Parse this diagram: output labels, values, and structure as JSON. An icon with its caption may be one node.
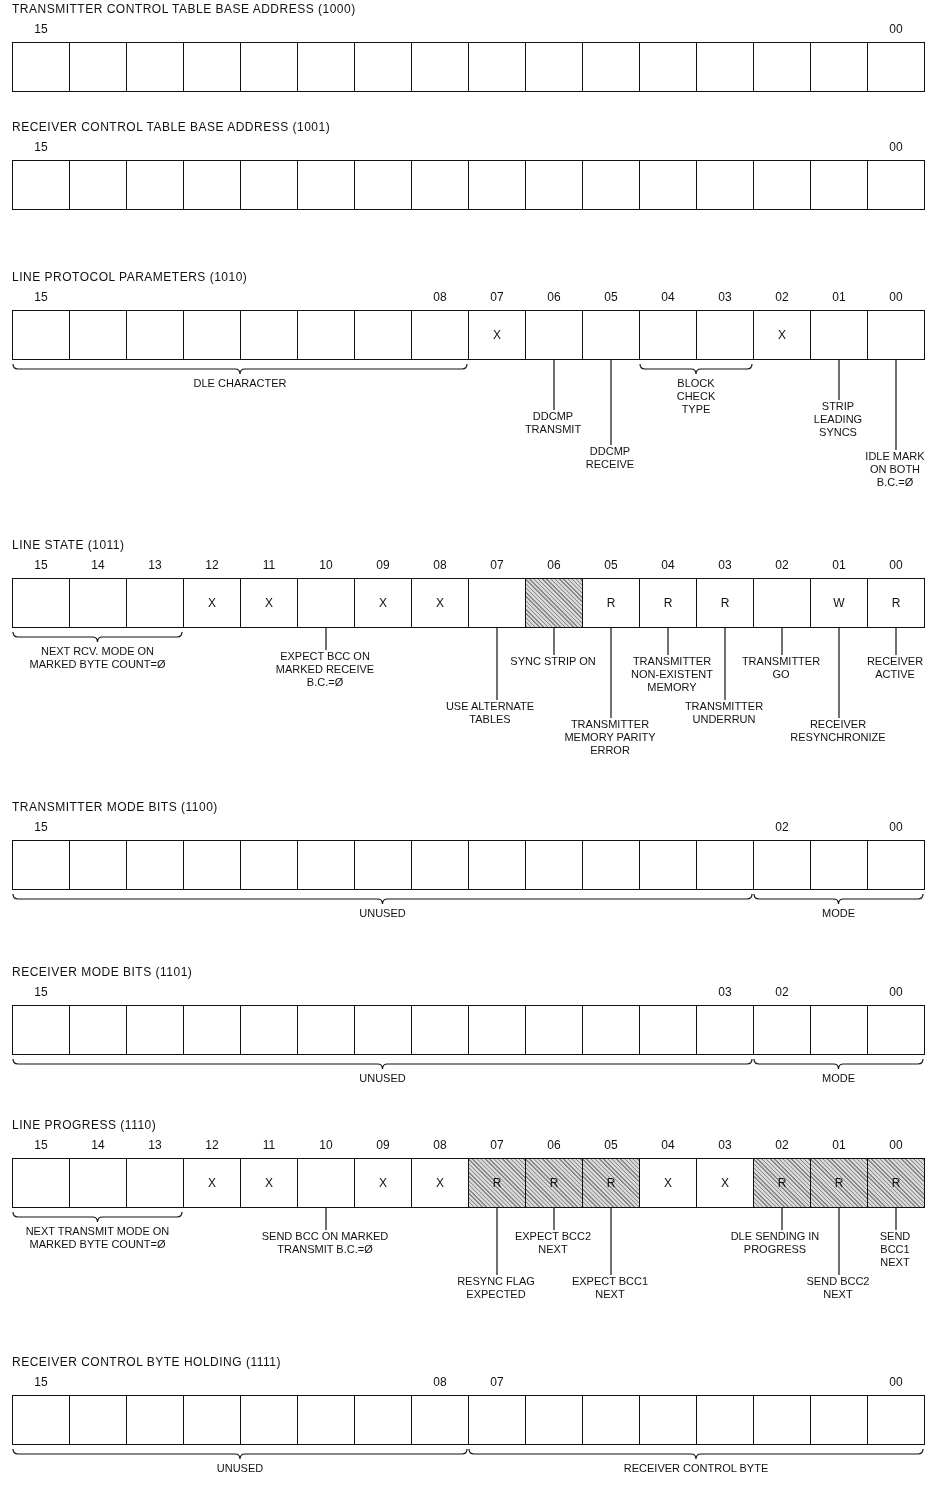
{
  "diagram": {
    "nodes": [
      {
        "text": [
          "TRANSMITTER CONTROL TABLE BASE ADDRESS (1000)"
        ]
      },
      {
        "text": [],
        "shape": "box",
        "in": 0,
        "beside": [
          "15"
        ]
      },
      {
        "text": [],
        "shape": "box",
        "in": 0
      },
      {
        "text": [],
        "shape": "box",
        "in": 0
      },
      {
        "text": [],
        "shape": "box",
        "in": 0
      },
      {
        "text": [],
        "shape": "box",
        "in": 0
      },
      {
        "text": [],
        "shape": "box",
        "in": 0
      },
      {
        "text": [],
        "shape": "box",
        "in": 0
      },
      {
        "text": [],
        "shape": "box",
        "in": 0
      },
      {
        "text": [],
        "shape": "box",
        "in": 0
      },
      {
        "text": [],
        "shape": "box",
        "in": 0
      },
      {
        "text": [],
        "shape": "box",
        "in": 0
      },
      {
        "text": [],
        "shape": "box",
        "in": 0
      },
      {
        "text": [],
        "shape": "box",
        "in": 0
      },
      {
        "text": [],
        "shape": "box",
        "in": 0
      },
      {
        "text": [],
        "shape": "box",
        "in": 0
      },
      {
        "text": [],
        "shape": "box",
        "in": 0,
        "beside": [
          "00"
        ]
      },
      {
        "text": [
          "RECEIVER CONTROL TABLE BASE ADDRESS (1001)"
        ]
      },
      {
        "text": [],
        "shape": "box",
        "in": 17,
        "beside": [
          "15"
        ]
      },
      {
        "text": [],
        "shape": "box",
        "in": 17
      },
      {
        "text": [],
        "shape": "box",
        "in": 17
      },
      {
        "text": [],
        "shape": "box",
        "in": 17
      },
      {
        "text": [],
        "shape": "box",
        "in": 17
      },
      {
        "text": [],
        "shape": "box",
        "in": 17
      },
      {
        "text": [],
        "shape": "box",
        "in": 17
      },
      {
        "text": [],
        "shape": "box",
        "in": 17
      },
      {
        "text": [],
        "shape": "box",
        "in": 17
      },
      {
        "text": [],
        "shape": "box",
        "in": 17
      },
      {
        "text": [],
        "shape": "box",
        "in": 17
      },
      {
        "text": [],
        "shape": "box",
        "in": 17
      },
      {
        "text": [],
        "shape": "box",
        "in": 17
      },
      {
        "text": [],
        "shape": "box",
        "in": 17
      },
      {
        "text": [],
        "shape": "box",
        "in": 17
      },
      {
        "text": [],
        "shape": "box",
        "in": 17,
        "beside": [
          "00"
        ]
      },
      {
        "text": [
          "LINE PROTOCOL PARAMETERS (1010)"
        ]
      },
      {
        "text": [],
        "shape": "box",
        "in": 34,
        "beside": [
          "15"
        ]
      },
      {
        "text": [],
        "shape": "box",
        "in": 34
      },
      {
        "text": [],
        "shape": "box",
        "in": 34
      },
      {
        "text": [],
        "shape": "box",
        "in": 34
      },
      {
        "text": [],
        "shape": "box",
        "in": 34
      },
      {
        "text": [],
        "shape": "box",
        "in": 34
      },
      {
        "text": [],
        "shape": "box",
        "in": 34
      },
      {
        "text": [],
        "shape": "box",
        "in": 34,
        "beside": [
          "08"
        ]
      },
      {
        "text": [
          "X"
        ],
        "in": 34,
        "beside": [
          "07"
        ]
      },
      {
        "text": [],
        "shape": "box",
        "in": 34,
        "beside": [
          "06"
        ]
      },
      {
        "text": [],
        "shape": "box",
        "in": 34,
        "beside": [
          "05"
        ]
      },
      {
        "text": [],
        "shape": "box",
        "in": 34,
        "beside": [
          "04"
        ]
      },
      {
        "text": [],
        "shape": "box",
        "in": 34,
        "beside": [
          "03"
        ]
      },
      {
        "text": [
          "X"
        ],
        "in": 34,
        "beside": [
          "02"
        ]
      },
      {
        "text": [],
        "shape": "box",
        "in": 34,
        "beside": [
          "01"
        ]
      },
      {
        "text": [],
        "shape": "box",
        "in": 34,
        "beside": [
          "00"
        ]
      },
      {
        "text": [
          "DDCMP TRANSMIT"
        ]
      },
      {
        "text": [
          "DDCMP RECEIVE"
        ]
      },
      {
        "text": [
          "STRIP LEADING SYNCS"
        ]
      },
      {
        "text": [
          "IDLE MARK ON BOTH B.C.=Ø"
        ]
      },
      {
        "text": [
          "LINE STATE (1011)"
        ]
      },
      {
        "text": [],
        "shape": "box",
        "in": 55,
        "beside": [
          "15"
        ]
      },
      {
        "text": [],
        "shape": "box",
        "in": 55,
        "beside": [
          "14"
        ]
      },
      {
        "text": [],
        "shape": "box",
        "in": 55,
        "beside": [
          "13"
        ]
      },
      {
        "text": [
          "X"
        ],
        "in": 55,
        "beside": [
          "12"
        ]
      },
      {
        "text": [
          "X"
        ],
        "in": 55,
        "beside": [
          "11"
        ]
      },
      {
        "text": [],
        "shape": "box",
        "in": 55,
        "beside": [
          "10"
        ]
      },
      {
        "text": [
          "X"
        ],
        "in": 55,
        "beside": [
          "09"
        ]
      },
      {
        "text": [
          "X"
        ],
        "in": 55,
        "beside": [
          "08"
        ]
      },
      {
        "text": [],
        "shape": "box",
        "in": 55,
        "beside": [
          "07"
        ]
      },
      {
        "text": [],
        "shape": "box",
        "in": 55,
        "beside": [
          "06"
        ]
      },
      {
        "text": [
          "R"
        ],
        "in": 55,
        "beside": [
          "05"
        ]
      },
      {
        "text": [
          "R"
        ],
        "in": 55,
        "beside": [
          "04"
        ]
      },
      {
        "text": [
          "R"
        ],
        "in": 55,
        "beside": [
          "03"
        ]
      },
      {
        "text": [],
        "shape": "box",
        "in": 55,
        "beside": [
          "02"
        ]
      },
      {
        "text": [
          "W"
        ],
        "in": 55,
        "beside": [
          "01"
        ]
      },
      {
        "text": [
          "R"
        ],
        "in": 55,
        "beside": [
          "00"
        ]
      },
      {
        "text": [
          "EXPECT BCC ON MARKED RECEIVE B.C.=Ø"
        ]
      },
      {
        "text": [
          "USE ALTERNATE TABLES"
        ]
      },
      {
        "text": [
          "SYNC STRIP ON"
        ]
      },
      {
        "text": [
          "TRANSMITTER MEMORY PARITY ERROR"
        ]
      },
      {
        "text": [
          "TRANSMITTER NON-EXISTENT MEMORY"
        ]
      },
      {
        "text": [
          "TRANSMITTER UNDERRUN"
        ]
      },
      {
        "text": [
          "TRANSMITTER GO"
        ]
      },
      {
        "text": [
          "RECEIVER RESYNCHRONIZE"
        ]
      },
      {
        "text": [
          "RECEIVER ACTIVE"
        ]
      },
      {
        "text": [
          "TRANSMITTER MODE BITS (1100)"
        ]
      },
      {
        "text": [],
        "shape": "box",
        "in": 81,
        "beside": [
          "15"
        ]
      },
      {
        "text": [],
        "shape": "box",
        "in": 81
      },
      {
        "text": [],
        "shape": "box",
        "in": 81
      },
      {
        "text": [],
        "shape": "box",
        "in": 81
      },
      {
        "text": [],
        "shape": "box",
        "in": 81
      },
      {
        "text": [],
        "shape": "box",
        "in": 81
      },
      {
        "text": [],
        "shape": "box",
        "in": 81
      },
      {
        "text": [],
        "shape": "box",
        "in": 81
      },
      {
        "text": [],
        "shape": "box",
        "in": 81
      },
      {
        "text": [],
        "shape": "box",
        "in": 81
      },
      {
        "text": [],
        "shape": "box",
        "in": 81
      },
      {
        "text": [],
        "shape": "box",
        "in": 81
      },
      {
        "text": [],
        "shape": "box",
        "in": 81
      },
      {
        "text": [],
        "shape": "box",
        "in": 81,
        "beside": [
          "02"
        ]
      },
      {
        "text": [],
        "shape": "box",
        "in": 81
      },
      {
        "text": [],
        "shape": "box",
        "in": 81,
        "beside": [
          "00"
        ]
      },
      {
        "text": [
          "RECEIVER MODE BITS (1101)"
        ]
      },
      {
        "text": [],
        "shape": "box",
        "in": 98,
        "beside": [
          "15"
        ]
      },
      {
        "text": [],
        "shape": "box",
        "in": 98
      },
      {
        "text": [],
        "shape": "box",
        "in": 98
      },
      {
        "text": [],
        "shape": "box",
        "in": 98
      },
      {
        "text": [],
        "shape": "box",
        "in": 98
      },
      {
        "text": [],
        "shape": "box",
        "in": 98
      },
      {
        "text": [],
        "shape": "box",
        "in": 98
      },
      {
        "text": [],
        "shape": "box",
        "in": 98
      },
      {
        "text": [],
        "shape": "box",
        "in": 98
      },
      {
        "text": [],
        "shape": "box",
        "in": 98
      },
      {
        "text": [],
        "shape": "box",
        "in": 98
      },
      {
        "text": [],
        "shape": "box",
        "in": 98
      },
      {
        "text": [],
        "shape": "box",
        "in": 98,
        "beside": [
          "03"
        ]
      },
      {
        "text": [],
        "shape": "box",
        "in": 98,
        "beside": [
          "02"
        ]
      },
      {
        "text": [],
        "shape": "box",
        "in": 98
      },
      {
        "text": [],
        "shape": "box",
        "in": 98,
        "beside": [
          "00"
        ]
      },
      {
        "text": [
          "LINE PROGRESS (1110)"
        ]
      },
      {
        "text": [],
        "shape": "box",
        "in": 115,
        "beside": [
          "15"
        ]
      },
      {
        "text": [],
        "shape": "box",
        "in": 115,
        "beside": [
          "14"
        ]
      },
      {
        "text": [],
        "shape": "box",
        "in": 115,
        "beside": [
          "13"
        ]
      },
      {
        "text": [
          "X"
        ],
        "in": 115,
        "beside": [
          "12"
        ]
      },
      {
        "text": [
          "X"
        ],
        "in": 115,
        "beside": [
          "11"
        ]
      },
      {
        "text": [],
        "shape": "box",
        "in": 115,
        "beside": [
          "10"
        ]
      },
      {
        "text": [
          "X"
        ],
        "in": 115,
        "beside": [
          "09"
        ]
      },
      {
        "text": [
          "X"
        ],
        "in": 115,
        "beside": [
          "08"
        ]
      },
      {
        "text": [
          "R"
        ],
        "in": 115,
        "beside": [
          "07"
        ]
      },
      {
        "text": [
          "R"
        ],
        "in": 115,
        "beside": [
          "06"
        ]
      },
      {
        "text": [
          "R"
        ],
        "in": 115,
        "beside": [
          "05"
        ]
      },
      {
        "text": [
          "X"
        ],
        "in": 115,
        "beside": [
          "04"
        ]
      },
      {
        "text": [
          "X"
        ],
        "in": 115,
        "beside": [
          "03"
        ]
      },
      {
        "text": [
          "R"
        ],
        "in": 115,
        "beside": [
          "02"
        ]
      },
      {
        "text": [
          "R"
        ],
        "in": 115,
        "beside": [
          "01"
        ]
      },
      {
        "text": [
          "R"
        ],
        "in": 115,
        "beside": [
          "00"
        ]
      },
      {
        "text": [
          "SEND BCC ON MARKED TRANSMIT B.C.=Ø"
        ]
      },
      {
        "text": [
          "RESYNC FLAG EXPECTED"
        ]
      },
      {
        "text": [
          "EXPECT BCC2 NEXT"
        ]
      },
      {
        "text": [
          "EXPECT BCC1 NEXT"
        ]
      },
      {
        "text": [
          "DLE SENDING IN PROGRESS"
        ]
      },
      {
        "text": [
          "SEND BCC2 NEXT"
        ]
      },
      {
        "text": [
          "SEND BCC1 NEXT"
        ]
      },
      {
        "text": [
          "RECEIVER CONTROL BYTE HOLDING (1111)"
        ]
      },
      {
        "text": [],
        "shape": "box",
        "in": 139,
        "beside": [
          "15"
        ]
      },
      {
        "text": [],
        "shape": "box",
        "in": 139
      },
      {
        "text": [],
        "shape": "box",
        "in": 139
      },
      {
        "text": [],
        "shape": "box",
        "in": 139
      },
      {
        "text": [],
        "shape": "box",
        "in": 139
      },
      {
        "text": [],
        "shape": "box",
        "in": 139
      },
      {
        "text": [],
        "shape": "box",
        "in": 139
      },
      {
        "text": [],
        "shape": "box",
        "in": 139,
        "beside": [
          "08"
        ]
      },
      {
        "text": [],
        "shape": "box",
        "in": 139,
        "beside": [
          "07"
        ]
      },
      {
        "text": [],
        "shape": "box",
        "in": 139
      },
      {
        "text": [],
        "shape": "box",
        "in": 139
      },
      {
        "text": [],
        "shape": "box",
        "in": 139
      },
      {
        "text": [],
        "shape": "box",
        "in": 139
      },
      {
        "text": [],
        "shape": "box",
        "in": 139
      },
      {
        "text": [],
        "shape": "box",
        "in": 139
      },
      {
        "text": [],
        "shape": "box",
        "in": 139,
        "beside": [
          "00"
        ]
      }
    ],
    "edges": [
      {
        "from": 51,
        "to": 44,
        "arrow": "none"
      },
      {
        "from": 52,
        "to": 45,
        "arrow": "none"
      },
      {
        "from": 53,
        "to": 49,
        "arrow": "none"
      },
      {
        "from": 54,
        "to": 50,
        "arrow": "none"
      },
      {
        "from": 72,
        "to": 61,
        "arrow": "none"
      },
      {
        "from": 73,
        "to": 64,
        "arrow": "none"
      },
      {
        "from": 74,
        "to": 65,
        "arrow": "none"
      },
      {
        "from": 75,
        "to": 66,
        "arrow": "none"
      },
      {
        "from": 76,
        "to": 67,
        "arrow": "none"
      },
      {
        "from": 77,
        "to": 68,
        "arrow": "none"
      },
      {
        "from": 78,
        "to": 69,
        "arrow": "none"
      },
      {
        "from": 79,
        "to": 70,
        "arrow": "none"
      },
      {
        "from": 80,
        "to": 71,
        "arrow": "none"
      },
      {
        "from": 132,
        "to": 121,
        "arrow": "none"
      },
      {
        "from": 133,
        "to": 124,
        "arrow": "none"
      },
      {
        "from": 134,
        "to": 125,
        "arrow": "none"
      },
      {
        "from": 135,
        "to": 126,
        "arrow": "none"
      },
      {
        "from": 136,
        "to": 129,
        "arrow": "none"
      },
      {
        "from": 137,
        "to": 130,
        "arrow": "none"
      },
      {
        "from": 138,
        "to": 131,
        "arrow": "none"
      }
    ],
    "labels": [
      "DLE CHARACTER",
      "BLOCK CHECK TYPE",
      "NEXT RCV. MODE ON MARKED BYTE COUNT=Ø",
      "UNUSED",
      "MODE",
      "UNUSED",
      "MODE",
      "NEXT TRANSMIT MODE ON MARKED BYTE COUNT=Ø",
      "UNUSED",
      "RECEIVER CONTROL BYTE"
    ]
  }
}
